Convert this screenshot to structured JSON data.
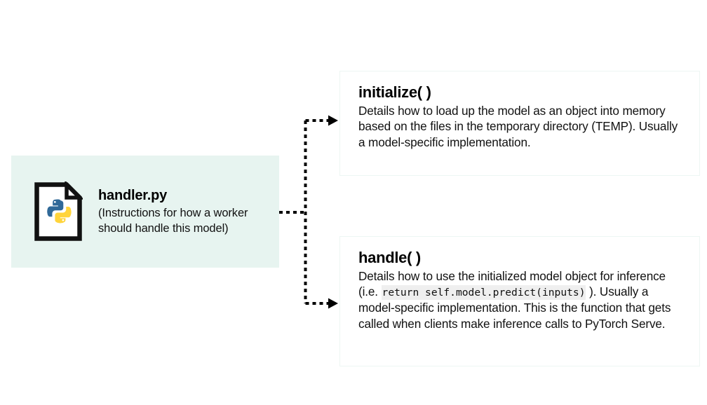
{
  "diagram": {
    "colors": {
      "source_card_bg": "#e7f4f0",
      "panel_border": "#edf6f3",
      "panel_bg": "#ffffff",
      "page_bg": "#ffffff",
      "connector": "#000000",
      "code_bg": "#efefef",
      "python_blue": "#306998",
      "python_yellow": "#ffd43b"
    },
    "source": {
      "icon": "python-file-icon",
      "title": "handler.py",
      "subtitle": "(Instructions for how a worker should handle this model)"
    },
    "connector": {
      "name": "dotted-fork-connector",
      "style": "dotted",
      "branches": 2,
      "arrowheads": 2
    },
    "panels": [
      {
        "id": "initialize",
        "title": "initialize( )",
        "body_parts": [
          {
            "type": "text",
            "text": "Details how to load up the model as an object into memory based on the files in the temporary directory (TEMP). Usually a model-specific implementation."
          }
        ]
      },
      {
        "id": "handle",
        "title": "handle( )",
        "body_parts": [
          {
            "type": "text",
            "text": "Details how to use the initialized model object for inference (i.e. "
          },
          {
            "type": "code",
            "text": "return self.model.predict(inputs)"
          },
          {
            "type": "text",
            "text": " ). Usually a model-specific implementation. This is the function that gets called when clients make inference calls to PyTorch Serve."
          }
        ]
      }
    ]
  }
}
